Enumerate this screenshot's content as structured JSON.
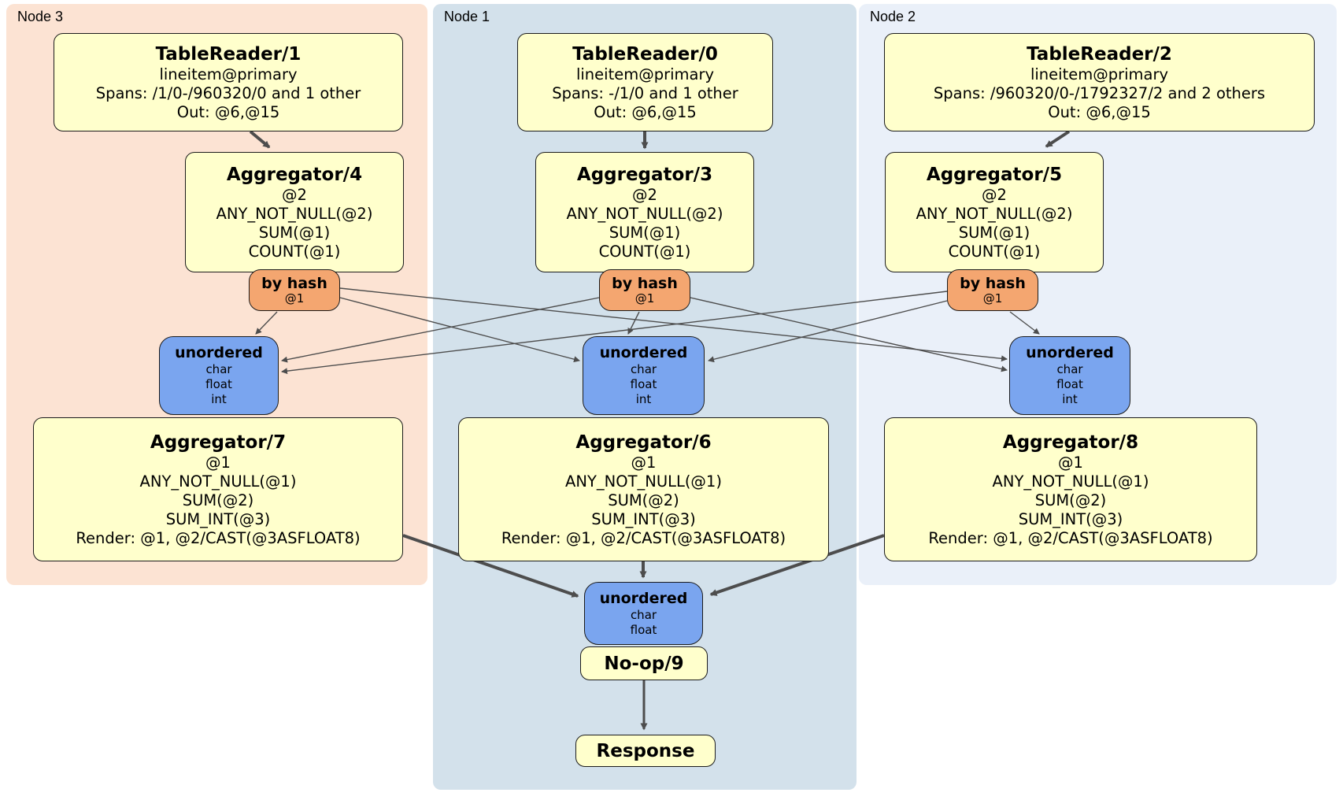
{
  "colors": {
    "node1_bg": "#d3e1eb",
    "node2_bg": "#eaf0f9",
    "node3_bg": "#fce3d3",
    "processor_fill": "#ffffcc",
    "router_fill": "#f4a670",
    "sync_fill": "#7aa5ef",
    "edge": "#4d4d4d"
  },
  "nodes": [
    {
      "label": "Node 3",
      "table_reader": {
        "title": "TableReader/1",
        "lines": [
          "lineitem@primary",
          "Spans: /1/0-/960320/0 and 1 other",
          "Out: @6,@15"
        ]
      },
      "aggregator_top": {
        "title": "Aggregator/4",
        "lines": [
          "@2",
          "ANY_NOT_NULL(@2)",
          "SUM(@1)",
          "COUNT(@1)"
        ]
      },
      "router": {
        "title": "by hash",
        "lines": [
          "@1"
        ]
      },
      "sync": {
        "title": "unordered",
        "lines": [
          "char",
          "float",
          "int"
        ]
      },
      "aggregator_bottom": {
        "title": "Aggregator/7",
        "lines": [
          "@1",
          "ANY_NOT_NULL(@1)",
          "SUM(@2)",
          "SUM_INT(@3)",
          "Render: @1, @2/CAST(@3ASFLOAT8)"
        ]
      }
    },
    {
      "label": "Node 1",
      "table_reader": {
        "title": "TableReader/0",
        "lines": [
          "lineitem@primary",
          "Spans: -/1/0 and 1 other",
          "Out: @6,@15"
        ]
      },
      "aggregator_top": {
        "title": "Aggregator/3",
        "lines": [
          "@2",
          "ANY_NOT_NULL(@2)",
          "SUM(@1)",
          "COUNT(@1)"
        ]
      },
      "router": {
        "title": "by hash",
        "lines": [
          "@1"
        ]
      },
      "sync": {
        "title": "unordered",
        "lines": [
          "char",
          "float",
          "int"
        ]
      },
      "aggregator_bottom": {
        "title": "Aggregator/6",
        "lines": [
          "@1",
          "ANY_NOT_NULL(@1)",
          "SUM(@2)",
          "SUM_INT(@3)",
          "Render: @1, @2/CAST(@3ASFLOAT8)"
        ]
      },
      "final_sync": {
        "title": "unordered",
        "lines": [
          "char",
          "float"
        ]
      },
      "noop": {
        "title": "No-op/9"
      },
      "response": {
        "title": "Response"
      }
    },
    {
      "label": "Node 2",
      "table_reader": {
        "title": "TableReader/2",
        "lines": [
          "lineitem@primary",
          "Spans: /960320/0-/1792327/2 and 2 others",
          "Out: @6,@15"
        ]
      },
      "aggregator_top": {
        "title": "Aggregator/5",
        "lines": [
          "@2",
          "ANY_NOT_NULL(@2)",
          "SUM(@1)",
          "COUNT(@1)"
        ]
      },
      "router": {
        "title": "by hash",
        "lines": [
          "@1"
        ]
      },
      "sync": {
        "title": "unordered",
        "lines": [
          "char",
          "float",
          "int"
        ]
      },
      "aggregator_bottom": {
        "title": "Aggregator/8",
        "lines": [
          "@1",
          "ANY_NOT_NULL(@1)",
          "SUM(@2)",
          "SUM_INT(@3)",
          "Render: @1, @2/CAST(@3ASFLOAT8)"
        ]
      }
    }
  ]
}
